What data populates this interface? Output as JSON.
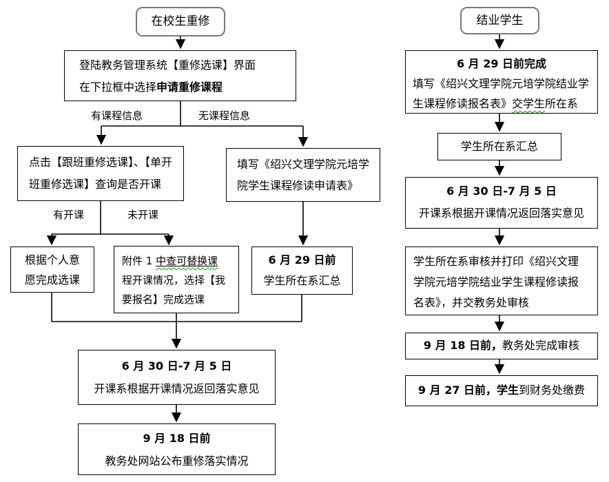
{
  "colors": {
    "background": "#ffffff",
    "box_border": "#000000",
    "rounded_border": "#777777",
    "connector": "#000000",
    "wavy_underline": "#00a000"
  },
  "left": {
    "start": "在校生重修",
    "box1": {
      "line1": "登陆教务管理系统【重修选课】界面",
      "line2_pre": "在下拉框中选择",
      "line2_bold": "申请重修课程"
    },
    "branch1": {
      "yes": "有课程信息",
      "no": "无课程信息"
    },
    "box2": {
      "line1": "点击【跟班重修选课】、【单开",
      "line2": "班重修选课】查询是否开课"
    },
    "box3": {
      "line1": "填写《绍兴文理学院元培学",
      "line2": "院学生课程修读申请表》"
    },
    "branch2": {
      "yes": "有开课",
      "no": "未开课"
    },
    "box4": {
      "line1": "根据个人意",
      "line2": "愿完成选课"
    },
    "box5": {
      "line1_pre": "附件 1 ",
      "line1_underline": "中查可替换课",
      "line2": "程开课情况，选择【我",
      "line3": "要报名】完成选课"
    },
    "box6": {
      "line1": "6 月 29 日前",
      "line2": "学生所在系汇总"
    },
    "box7": {
      "line1": "6 月 30 日-7 月 5 日",
      "line2": "开课系根据开课情况返回落实意见"
    },
    "box8": {
      "line1": "9 月 18 日前",
      "line2": "教务处网站公布重修落实情况"
    }
  },
  "right": {
    "start": "结业学生",
    "box1": {
      "line1": "6 月 29 日前完成",
      "line2": "填写《绍兴文理学院元培学院结业学",
      "line3_pre": "生课程修读报名表》",
      "line3_wavy": "交学生",
      "line3_post": "所在系"
    },
    "box2": {
      "line1": "学生所在系汇总"
    },
    "box3": {
      "line1": "6 月 30 日-7 月 5 日",
      "line2": "开课系根据开课情况返回落实意见"
    },
    "box4": {
      "line1": "学生所在系审核并打印《绍兴文理",
      "line2": "学院元培学院结业学生课程修读报",
      "line3": "名表》，并交教务处审核"
    },
    "box5": {
      "bold": "9 月 18 日前，",
      "rest": "教务处完成审核"
    },
    "box6": {
      "bold": "9 月 27 日前，学生",
      "rest": "到财务处缴费"
    }
  }
}
